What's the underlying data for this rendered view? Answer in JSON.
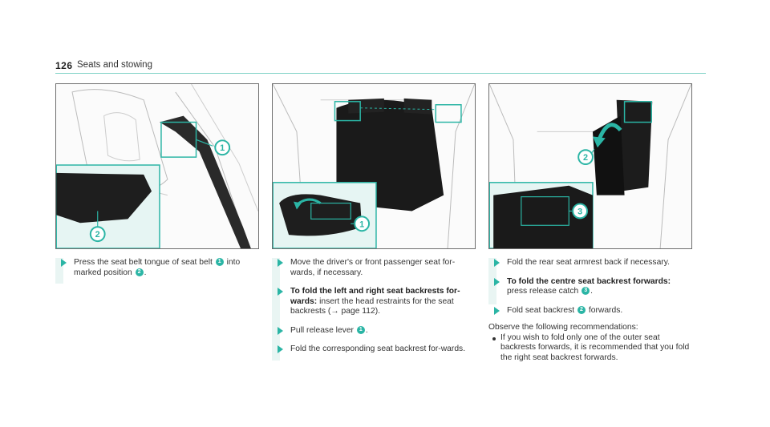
{
  "header": {
    "page_number": "126",
    "section_title": "Seats and stowing"
  },
  "figures": [
    {
      "callouts": [
        "1",
        "2"
      ]
    },
    {
      "callouts": [
        "1"
      ]
    },
    {
      "callouts": [
        "2",
        "3"
      ]
    }
  ],
  "col1": {
    "step1": {
      "t1": "Press the seat belt tongue of seat belt ",
      "c1": "1",
      "t2": " into marked position ",
      "c2": "2",
      "t3": "."
    }
  },
  "col2": {
    "step1": {
      "text": "Move the driver's or front passenger seat for-wards, if necessary."
    },
    "step2": {
      "bold": "To fold the left and right seat backrests for-wards:",
      "text": " insert the head restraints for the seat backrests (",
      "ref": "→",
      "text2": " page 112)."
    },
    "step3": {
      "t1": "Pull release lever ",
      "c1": "1",
      "t2": "."
    },
    "step4": {
      "text": "Fold the corresponding seat backrest for-wards."
    }
  },
  "col3": {
    "step1": {
      "text": "Fold the rear seat armrest back if necessary."
    },
    "step2": {
      "bold": "To fold the centre seat backrest forwards:",
      "t1": "press release catch ",
      "c1": "3",
      "t2": "."
    },
    "step3": {
      "t1": "Fold seat backrest ",
      "c1": "2",
      "t2": " forwards."
    },
    "observe": "Observe the following recommendations:",
    "bullet1": "If you wish to fold only one of the outer seat backrests forwards, it is recommended that you fold the right seat backrest forwards."
  },
  "colors": {
    "accent": "#2bb5a5",
    "rule": "#7fd2c6",
    "bar": "#e9f5f3"
  }
}
